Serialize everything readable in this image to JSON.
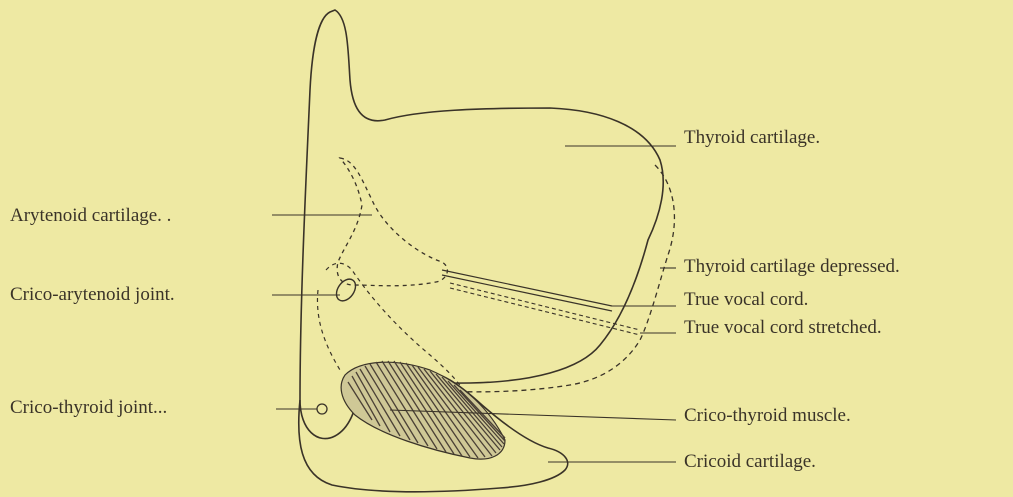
{
  "labels": {
    "thyroid_cartilage": "Thyroid cartilage.",
    "arytenoid_cartilage": "Arytenoid cartilage. .",
    "thyroid_cartilage_depressed": "Thyroid cartilage depressed.",
    "crico_arytenoid_joint": "Crico-arytenoid joint.",
    "true_vocal_cord": "True vocal cord.",
    "true_vocal_cord_stretched": "True vocal cord stretched.",
    "crico_thyroid_joint": "Crico-thyroid joint...",
    "crico_thyroid_muscle": "Crico-thyroid muscle.",
    "cricoid_cartilage": "Cricoid cartilage."
  },
  "colors": {
    "paper": "#eee9a3",
    "ink": "#3a3328",
    "muscle": "#4a4035"
  }
}
